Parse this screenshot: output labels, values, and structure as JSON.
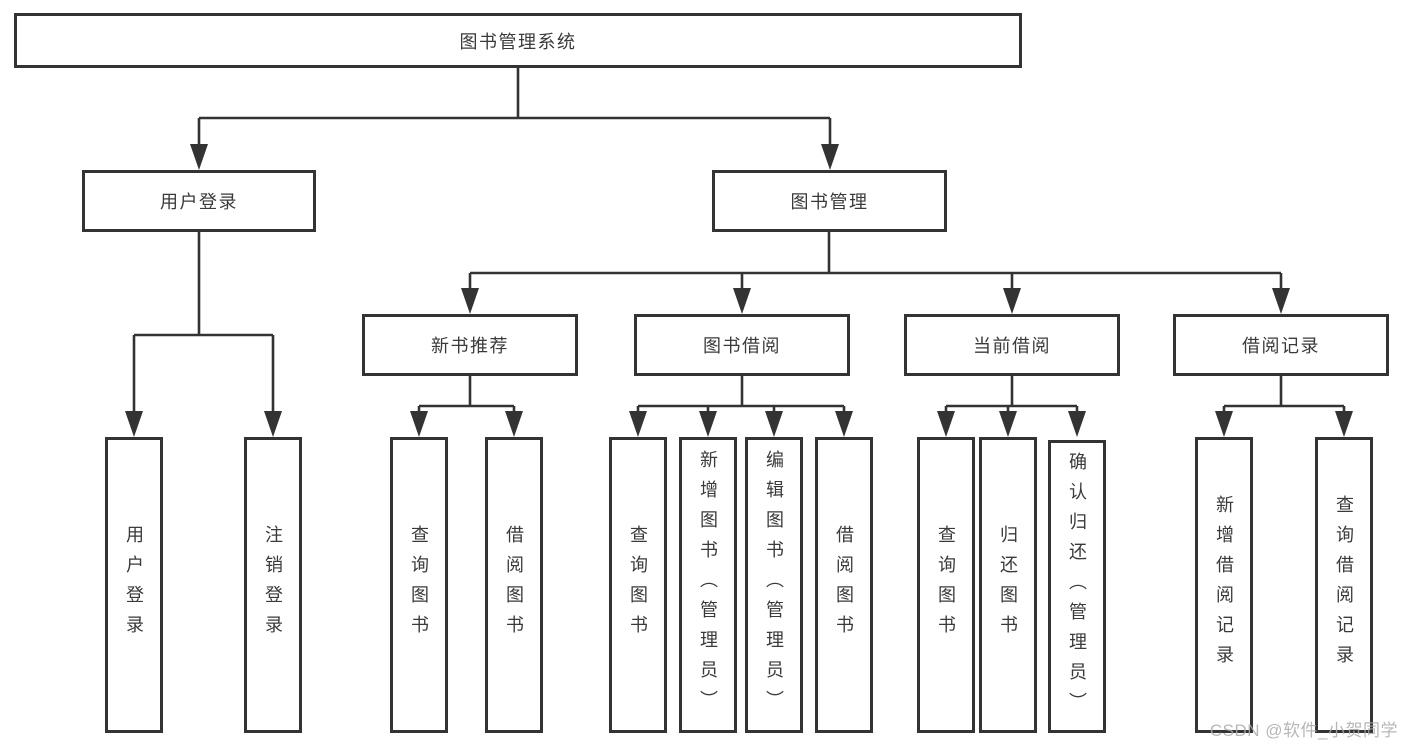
{
  "diagram": {
    "nodes": {
      "library_system": "图书管理系统",
      "user_login": "用户登录",
      "book_management": "图书管理",
      "new_book_recommend": "新书推荐",
      "book_borrowing": "图书借阅",
      "current_borrowing": "当前借阅",
      "borrowing_records": "借阅记录"
    },
    "leaves": {
      "user_login_leaf": "用户登录",
      "logout": "注销登录",
      "nb_query_books": "查询图书",
      "nb_borrow_books": "借阅图书",
      "bb_query_books": "查询图书",
      "bb_add_books_admin": "新增图书（管理员）",
      "bb_edit_books_admin": "编辑图书（管理员）",
      "bb_borrow_books": "借阅图书",
      "cb_query_books": "查询图书",
      "cb_return_books": "归还图书",
      "cb_confirm_return_admin": "确认归还（管理员）",
      "br_add_record": "新增借阅记录",
      "br_query_record": "查询借阅记录"
    },
    "colors": {
      "line": "#333333",
      "box_border": "#333333",
      "text": "#3a3a3a",
      "background": "#ffffff",
      "watermark": "#ababab"
    }
  },
  "watermark": {
    "text": "CSDN @软件_小贺同学"
  }
}
